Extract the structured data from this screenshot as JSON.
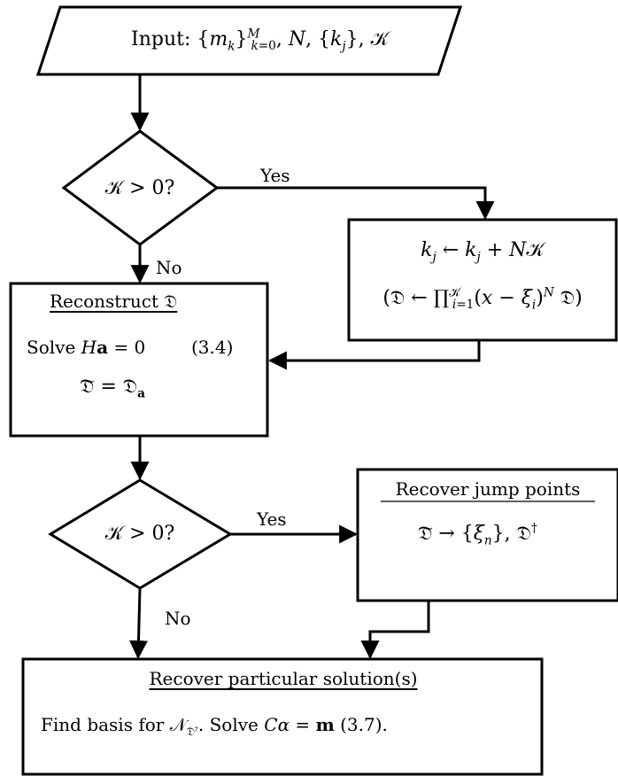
{
  "nodes": {
    "input": {
      "text": "Input: {m_k}_{k=0}^M, N, {k_j}, 𝒦"
    },
    "decision1": {
      "text": "𝒦 > 0?"
    },
    "update_k": {
      "line1": "k_j ← k_j + N𝒦",
      "line2": "(𝔇 ← ∏_{i=1}^𝒦 (x − ξ_i)^N 𝔇)"
    },
    "reconstruct": {
      "title": "Reconstruct 𝔇",
      "line1": "Solve Ha = 0",
      "ref1": "(3.4)",
      "line2": "𝔇̃ = 𝔇_a"
    },
    "decision2": {
      "text": "𝒦 > 0?"
    },
    "recover_jump": {
      "title": "Recover jump points",
      "line1": "𝔇̃ → {ξ_n}, 𝔇^†"
    },
    "recover_particular": {
      "title": "Recover particular solution(s)",
      "line1": "Find basis for 𝒩_{𝔇^†}. Solve Cα = m (3.7)."
    }
  },
  "edges": {
    "yes1": "Yes",
    "no1": "No",
    "yes2": "Yes",
    "no2": "No"
  },
  "colors": {
    "stroke": "#000000",
    "background": "#ffffff"
  }
}
